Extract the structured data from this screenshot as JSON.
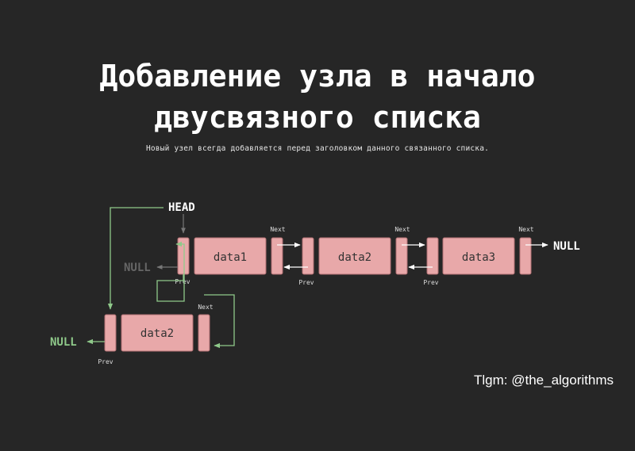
{
  "title": {
    "line1": "Добавление узла в начало",
    "line2": "двусвязного списка"
  },
  "subtitle": "Новый узел всегда добавляется перед заголовком данного связанного списка.",
  "diagram": {
    "head_label": "HEAD",
    "null_right": "NULL",
    "null_old_prev": "NULL",
    "null_new_prev": "NULL",
    "nodes": [
      "data1",
      "data2",
      "data3"
    ],
    "new_node": "data2",
    "next_label": "Next",
    "prev_label": "Prev"
  },
  "colors": {
    "background": "#262626",
    "node": "#e8a8a9",
    "node_border": "#b06f72",
    "arrow_white": "#ffffff",
    "arrow_green": "#8fc98a",
    "faded": "#666666"
  },
  "credit": "Tlgm: @the_algorithms"
}
